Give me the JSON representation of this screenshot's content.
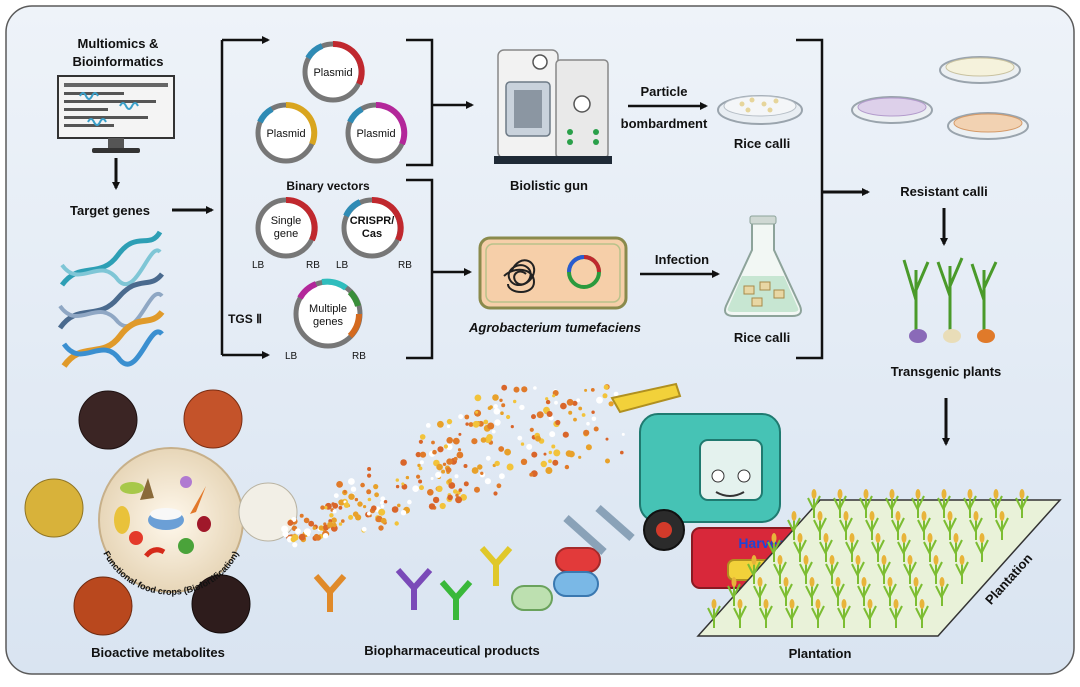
{
  "top": {
    "multiomics": [
      "Multiomics &",
      "Bioinformatics"
    ],
    "target_genes": "Target genes",
    "plasmid": "Plasmid",
    "binary_vectors": "Binary vectors",
    "single_gene": [
      "Single",
      "gene"
    ],
    "crispr": [
      "CRISPR/",
      "Cas"
    ],
    "lb": "LB",
    "rb": "RB",
    "tgs": "TGS Ⅱ",
    "multiple_genes": [
      "Multiple",
      "genes"
    ],
    "biolistic_gun": "Biolistic gun",
    "agrobacterium": "Agrobacterium tumefaciens",
    "particle": "Particle",
    "bombardment": "bombardment",
    "infection": "Infection",
    "rice_calli": "Rice calli",
    "resistant_calli": "Resistant calli",
    "transgenic_plants": "Transgenic plants"
  },
  "bottom": {
    "functional_food": "Functional food crops (Biofortification)",
    "bioactive": "Bioactive  metabolites",
    "biopharma": "Biopharmaceutical products",
    "harvest": "Harvest",
    "plantation": "Plantation"
  },
  "colors": {
    "panel": "#dde8f4",
    "plasmid_red": "#c0282e",
    "plasmid_yellow": "#d9a51f",
    "plasmid_magenta": "#b3279a",
    "plasmid_teal": "#2f8bb5",
    "harvest_text": "#1e47d6",
    "rice_green": "#7cbd32"
  },
  "icons": [
    "monitor-icon",
    "dna-helix-icon",
    "biolistic-gun-icon",
    "petri-dish-icon",
    "flask-icon",
    "plant-icon",
    "combine-harvester-icon",
    "antibody-icon",
    "capsule-icon",
    "syringe-icon"
  ]
}
